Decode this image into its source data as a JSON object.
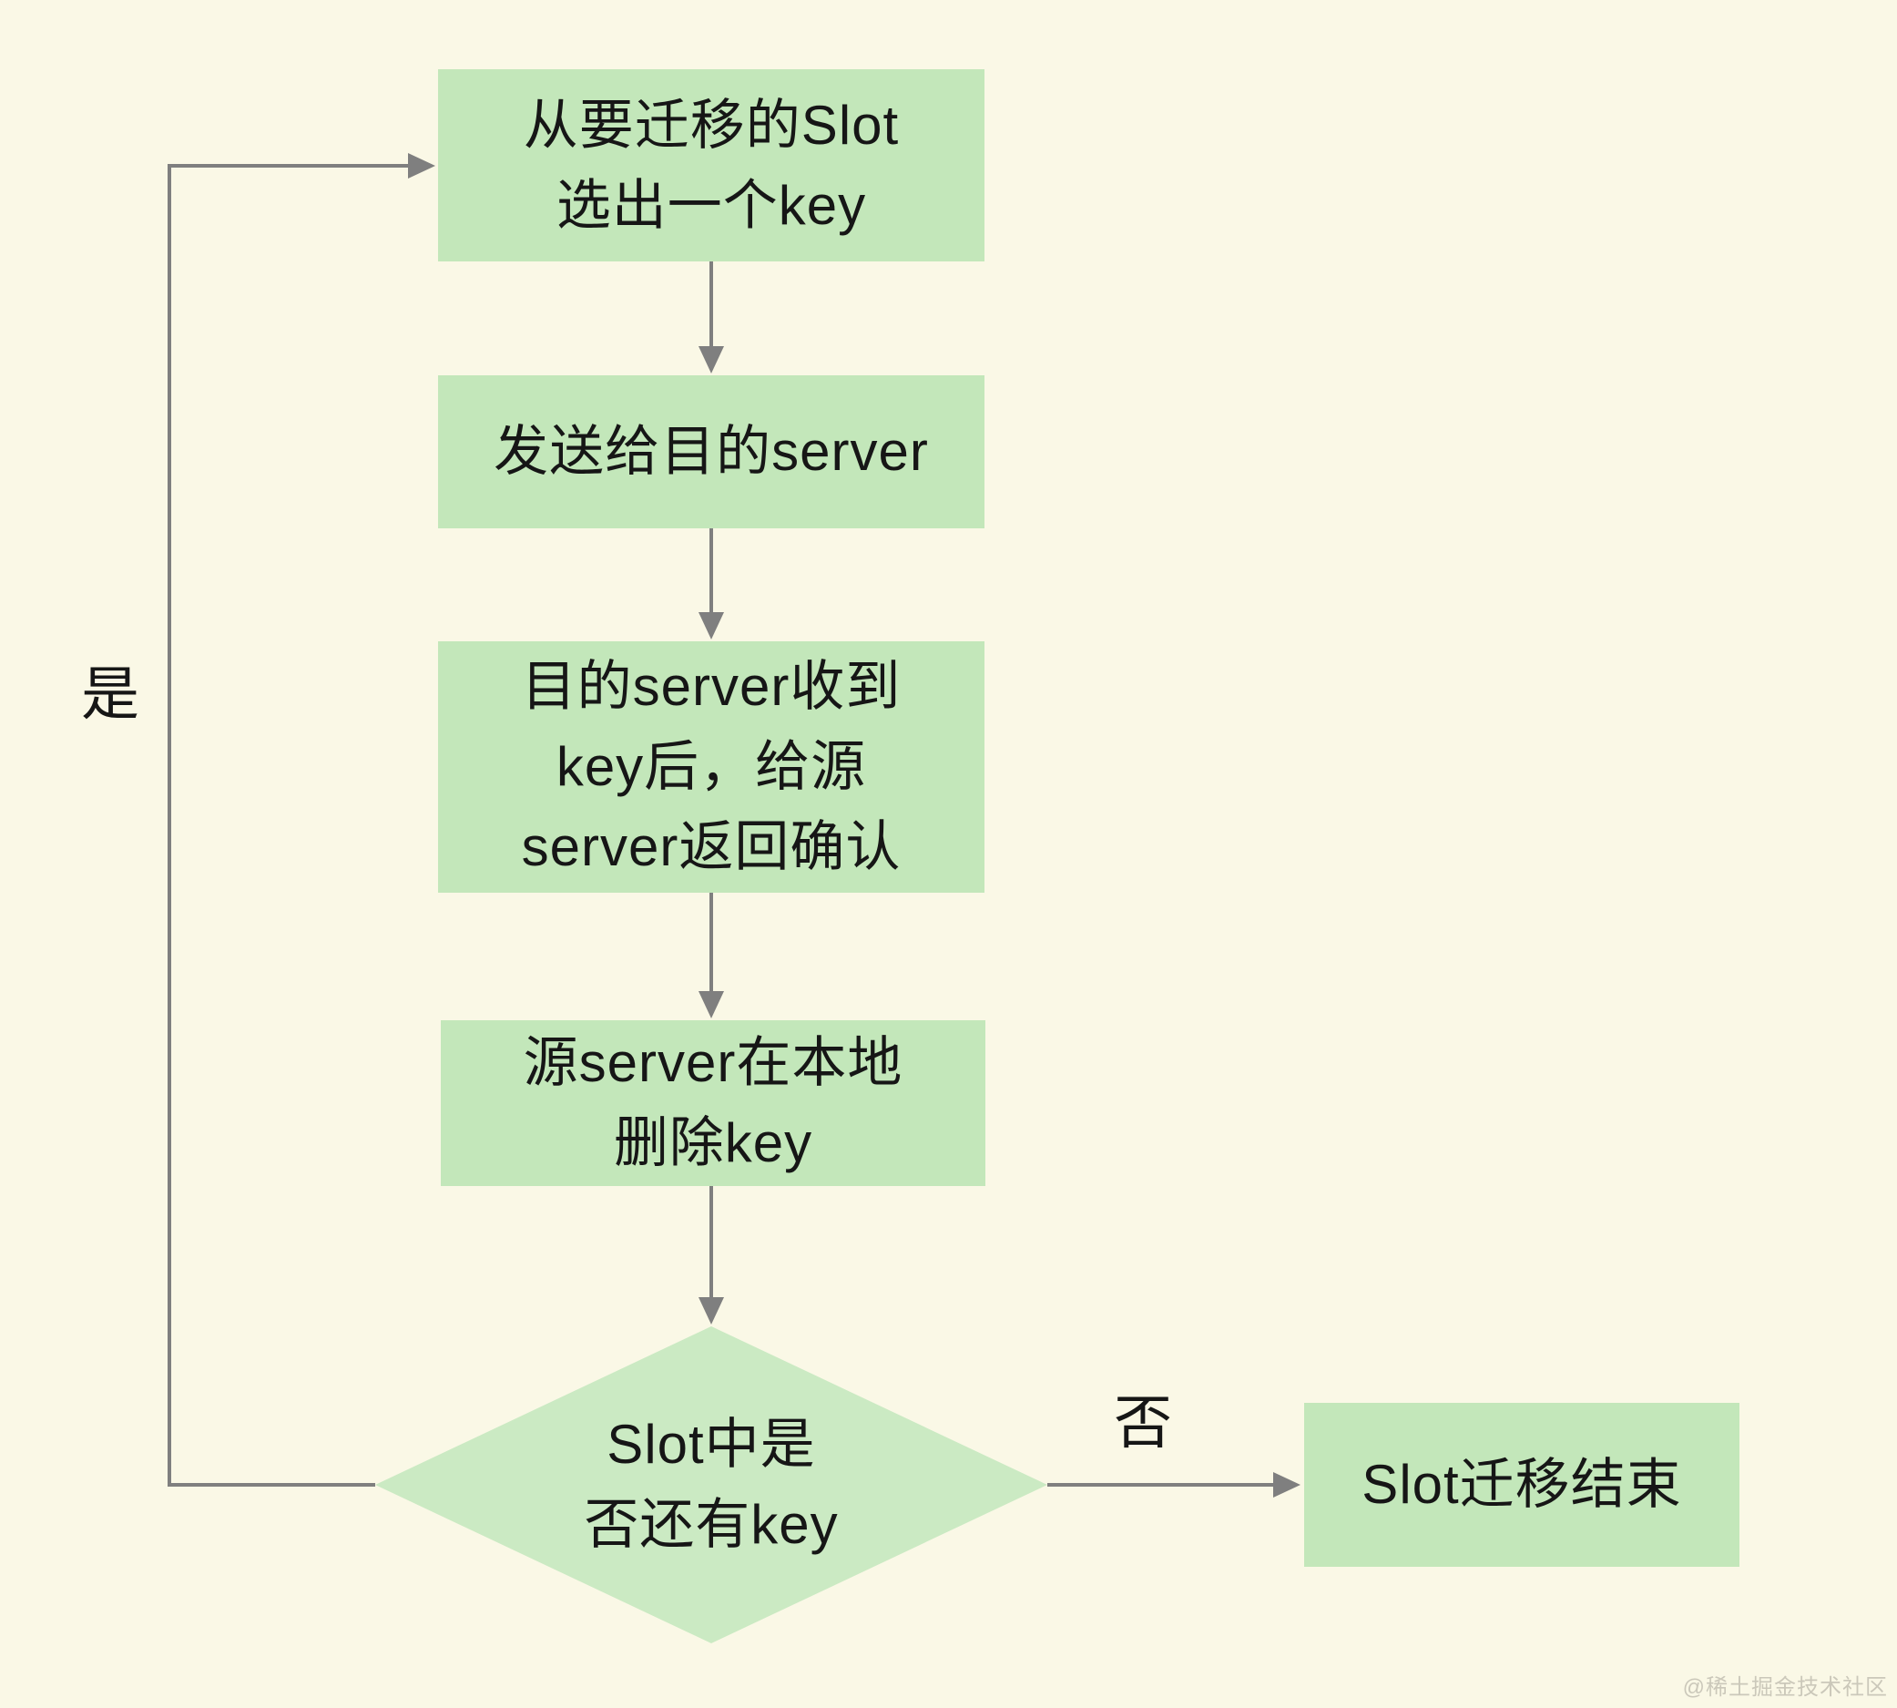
{
  "flowchart": {
    "nodes": {
      "select_key": {
        "line1": "从要迁移的Slot",
        "line2": "选出一个key"
      },
      "send": {
        "line1": "发送给目的server"
      },
      "ack": {
        "line1": "目的server收到",
        "line2": "key后，给源",
        "line3": "server返回确认"
      },
      "delete_local": {
        "line1": "源server在本地",
        "line2": "删除key"
      },
      "decision": {
        "line1": "Slot中是",
        "line2": "否还有key"
      },
      "end": {
        "line1": "Slot迁移结束"
      }
    },
    "edge_labels": {
      "yes": "是",
      "no": "否"
    },
    "edges": [
      {
        "from": "select_key",
        "to": "send"
      },
      {
        "from": "send",
        "to": "ack"
      },
      {
        "from": "ack",
        "to": "delete_local"
      },
      {
        "from": "delete_local",
        "to": "decision"
      },
      {
        "from": "decision",
        "to": "end",
        "label": "否"
      },
      {
        "from": "decision",
        "to": "select_key",
        "label": "是"
      }
    ]
  },
  "watermark": "@稀土掘金技术社区",
  "colors": {
    "background": "#FAF8E6",
    "process_fill": "#C3E7BA",
    "decision_fill": "#CBEAC3",
    "connector": "#7F7F7F",
    "text": "#161616",
    "watermark_text": "#CBC8BA"
  }
}
